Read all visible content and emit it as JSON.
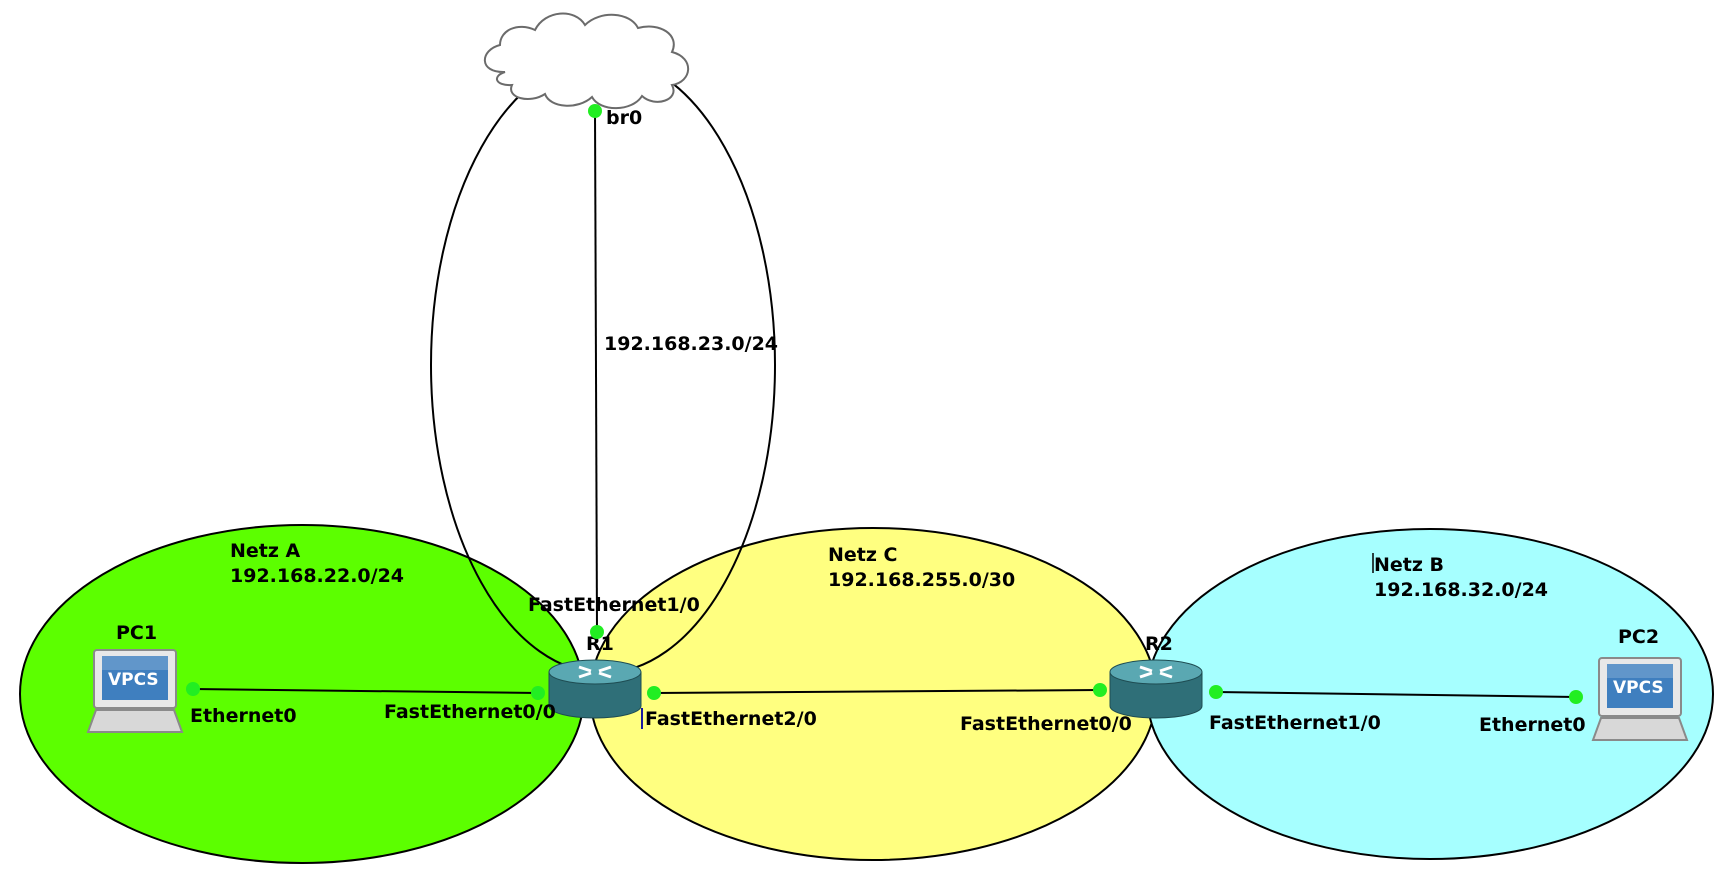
{
  "networks": {
    "netz_a": {
      "name": "Netz A",
      "subnet": "192.168.22.0/24",
      "color": "#5cff00"
    },
    "netz_c": {
      "name": "Netz C",
      "subnet": "192.168.255.0/30",
      "color": "#ffff80"
    },
    "netz_b": {
      "name": "Netz B",
      "subnet": "192.168.32.0/24",
      "color": "#a6ffff"
    },
    "internet_link": {
      "subnet": "192.168.23.0/24"
    }
  },
  "devices": {
    "cloud": {
      "icon": "cloud-icon",
      "port": "br0"
    },
    "pc1": {
      "label": "PC1",
      "screen_text": "VPCS",
      "icon": "computer-icon",
      "port": "Ethernet0"
    },
    "pc2": {
      "label": "PC2",
      "screen_text": "VPCS",
      "icon": "computer-icon",
      "port": "Ethernet0"
    },
    "r1": {
      "label": "R1",
      "icon": "router-icon",
      "ports": {
        "up": "FastEthernet1/0",
        "left": "FastEthernet0/0",
        "right": "FastEthernet2/0"
      }
    },
    "r2": {
      "label": "R2",
      "icon": "router-icon",
      "ports": {
        "left": "FastEthernet0/0",
        "right": "FastEthernet1/0"
      }
    }
  },
  "colors": {
    "link": "#000000",
    "port_dot": "#22ee22",
    "router_body": "#3d8a94",
    "vpcs_screen": "#3f7fbf"
  }
}
